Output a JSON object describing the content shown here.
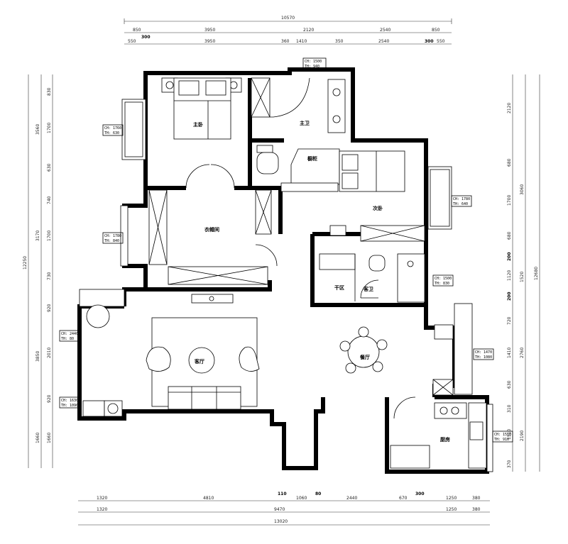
{
  "rooms": {
    "master_bedroom": "主卧",
    "master_bath": "主卫",
    "closet_cabinet": "橱柜",
    "second_bedroom": "次卧",
    "walk_in_closet": "衣帽间",
    "dry_area": "干区",
    "guest_bath": "客卫",
    "living_room": "客厅",
    "dining_room": "餐厅",
    "kitchen": "厨房"
  },
  "top_dims_row1": [
    "850",
    "3950",
    "2120",
    "2540",
    "850"
  ],
  "top_dims_row1_extra": "300",
  "top_total": "10570",
  "top_dims_row2": [
    "550",
    "3950",
    "360",
    "1410",
    "350",
    "2540",
    "300",
    "550"
  ],
  "bottom_dims_row1": [
    "1320",
    "4810",
    "110",
    "1060",
    "80",
    "2440",
    "670",
    "300",
    "1250",
    "380"
  ],
  "bottom_dims_row2": [
    "1320",
    "9470",
    "1250",
    "380"
  ],
  "bottom_total": "13020",
  "left_dims_col1": [
    "3560",
    "3170",
    "3850",
    "1660"
  ],
  "left_dims_col2": [
    "830",
    "1700",
    "630",
    "740",
    "1700",
    "730",
    "920",
    "2010",
    "920",
    "1660"
  ],
  "left_total": "12250",
  "right_dims_col1": [
    "2120",
    "680",
    "1700",
    "680",
    "200",
    "1120",
    "200",
    "720",
    "1410",
    "630",
    "310",
    "1510",
    "370"
  ],
  "right_dims_col2": [
    "3060",
    "1520",
    "2760",
    "2190"
  ],
  "right_total": "12680",
  "windows": {
    "w_top": [
      "CH: 1500",
      "TH: 940"
    ],
    "w_master": [
      "CH: 1760",
      "TH: 630"
    ],
    "w_closet": [
      "CH: 1780",
      "TH: 840"
    ],
    "w_second": [
      "CH: 1780",
      "TH: 640"
    ],
    "w_guestbath": [
      "CH: 1500",
      "TH: 830"
    ],
    "w_living": [
      "CH: 2440",
      "TH: 80"
    ],
    "w_living2": [
      "CH: 1630",
      "TH: 1090"
    ],
    "w_dining": [
      "CH: 1470",
      "TH: 1080"
    ],
    "w_kitchen": [
      "CH: 1510",
      "TH: 910"
    ]
  }
}
